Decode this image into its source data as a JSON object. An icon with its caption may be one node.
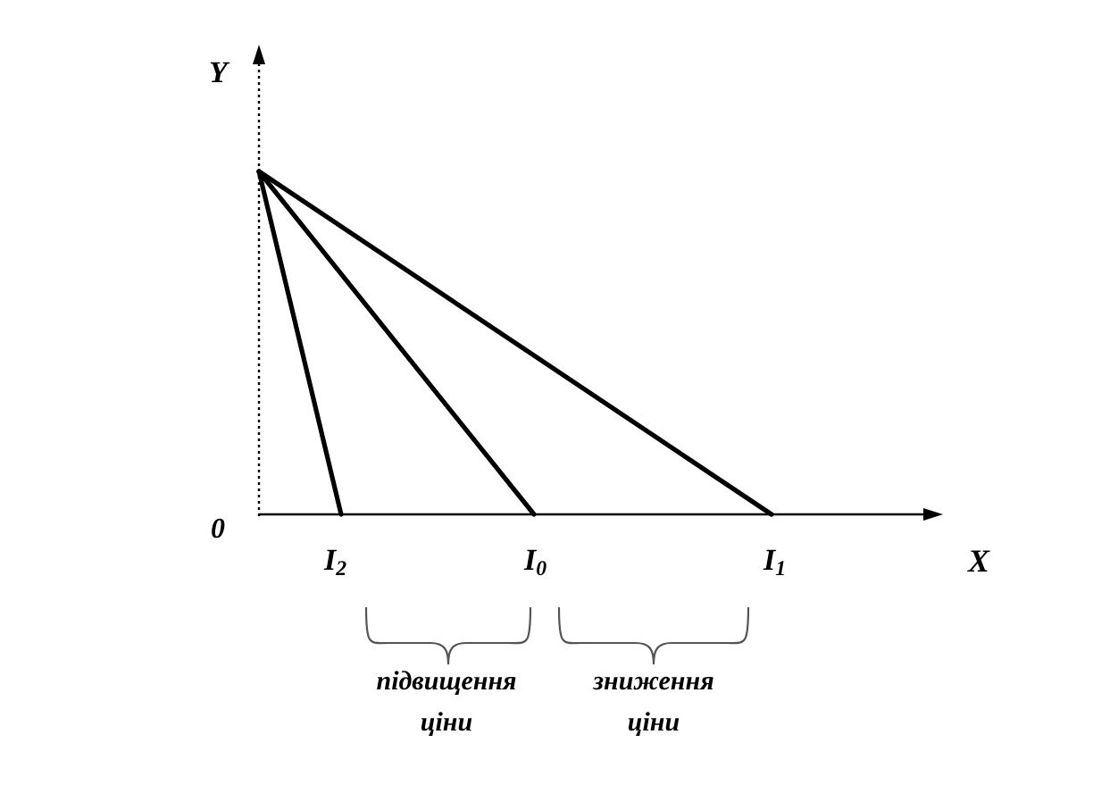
{
  "diagram": {
    "labels": [
      "Y",
      "0",
      "I$_{2}$",
      "I$_{0}$",
      "I$_{1}$",
      "X",
      "підвищення ціни",
      "зниження ціни"
    ]
  }
}
